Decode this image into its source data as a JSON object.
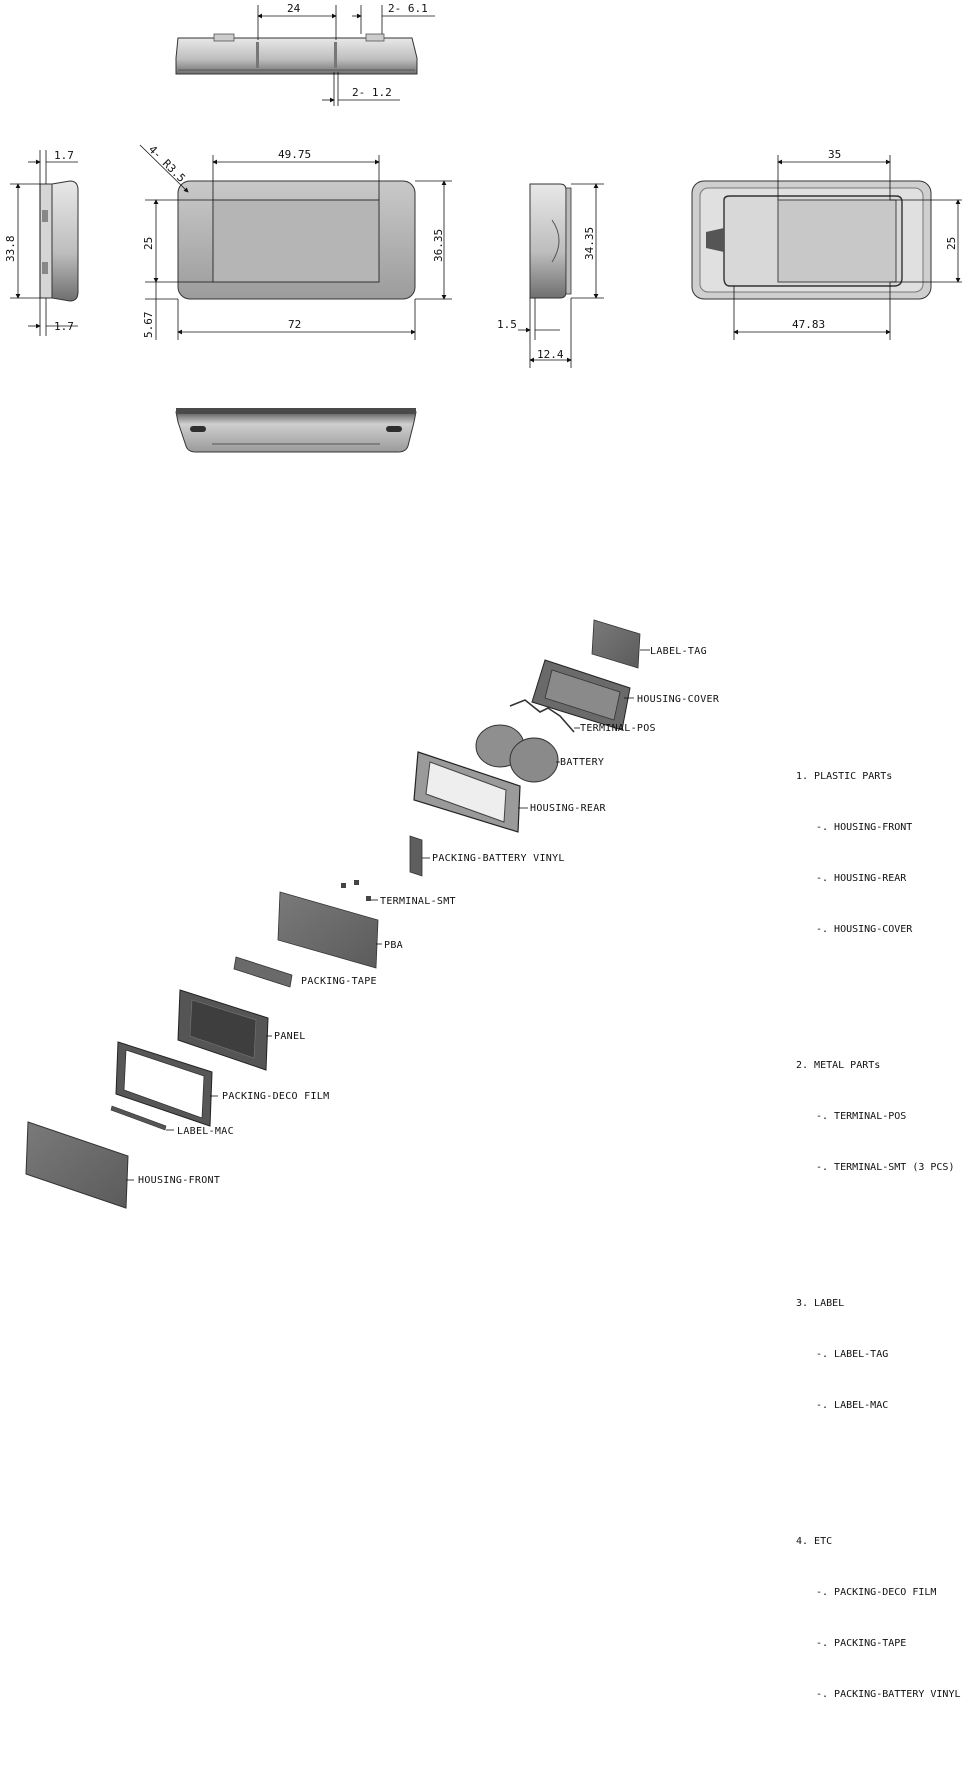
{
  "dimensions": {
    "top_width": "24",
    "top_slot_width": "2- 6.1",
    "top_slot_gap": "2- 1.2",
    "left_top": "1.7",
    "left_height": "33.8",
    "left_bottom": "1.7",
    "front_radius": "4- R3.5",
    "front_window_width": "49.75",
    "front_window_height": "25",
    "front_offset": "5.67",
    "front_width": "72",
    "front_height": "36.35",
    "side_height": "34.35",
    "side_lip": "1.5",
    "side_depth": "12.4",
    "rear_cover_width": "35",
    "rear_cover_height": "25",
    "rear_width": "47.83"
  },
  "exploded_labels": {
    "label_tag": "LABEL-TAG",
    "housing_cover": "HOUSING-COVER",
    "terminal_pos": "TERMINAL-POS",
    "battery": "BATTERY",
    "housing_rear": "HOUSING-REAR",
    "packing_battery_vinyl": "PACKING-BATTERY VINYL",
    "terminal_smt": "TERMINAL-SMT",
    "pba": "PBA",
    "packing_tape": "PACKING-TAPE",
    "panel": "PANEL",
    "packing_deco_film": "PACKING-DECO FILM",
    "label_mac": "LABEL-MAC",
    "housing_front": "HOUSING-FRONT"
  },
  "bom": [
    {
      "title": "1. PLASTIC PARTs",
      "items": [
        "-. HOUSING-FRONT",
        "-. HOUSING-REAR",
        "-. HOUSING-COVER"
      ]
    },
    {
      "title": "2. METAL PARTs",
      "items": [
        "-. TERMINAL-POS",
        "-. TERMINAL-SMT (3 PCS)"
      ]
    },
    {
      "title": "3. LABEL",
      "items": [
        "-. LABEL-TAG",
        "-. LABEL-MAC"
      ]
    },
    {
      "title": "4. ETC",
      "items": [
        "-. PACKING-DECO FILM",
        "-. PACKING-TAPE",
        "-. PACKING-BATTERY VINYL"
      ]
    }
  ]
}
